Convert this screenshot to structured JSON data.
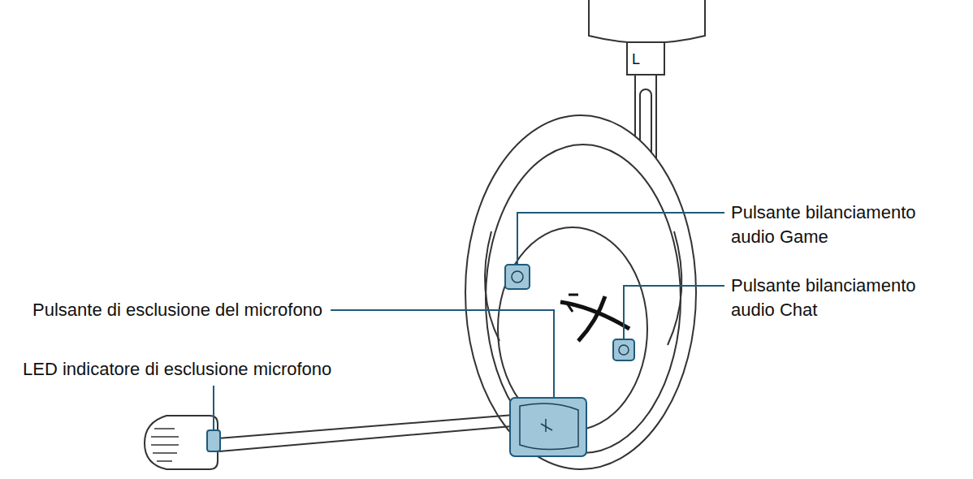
{
  "diagram": {
    "labels": [
      "L",
      "Pulsante bilanciamento audio Game",
      "Pulsante bilanciamento audio Chat",
      "Pulsante di esclusione del microfono",
      "LED indicatore di esclusione microfono"
    ]
  }
}
